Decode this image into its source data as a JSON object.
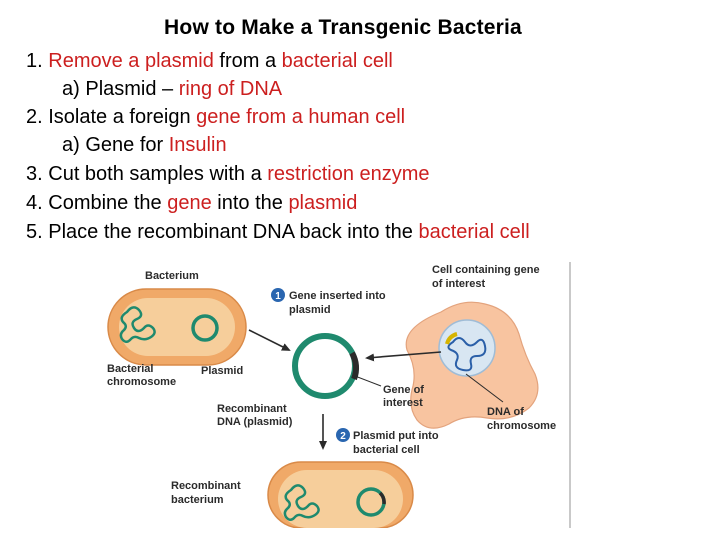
{
  "title": "How to Make a Transgenic Bacteria",
  "steps": [
    {
      "num": "1.",
      "parts": [
        {
          "t": "Remove a plasmid",
          "c": "red"
        },
        {
          "t": " from a ",
          "c": "black"
        },
        {
          "t": "bacterial cell",
          "c": "red"
        }
      ]
    },
    {
      "num": "a)",
      "parts": [
        {
          "t": "Plasmid – ",
          "c": "black"
        },
        {
          "t": "ring of DNA",
          "c": "red"
        }
      ]
    },
    {
      "num": "2.",
      "parts": [
        {
          "t": "Isolate a foreign ",
          "c": "black"
        },
        {
          "t": "gene from a human cell",
          "c": "red"
        }
      ]
    },
    {
      "num": "a)",
      "parts": [
        {
          "t": "Gene for ",
          "c": "black"
        },
        {
          "t": "Insulin",
          "c": "red"
        }
      ]
    },
    {
      "num": "3.",
      "parts": [
        {
          "t": "Cut both samples with a ",
          "c": "black"
        },
        {
          "t": "restriction enzyme",
          "c": "red"
        }
      ]
    },
    {
      "num": "4.",
      "parts": [
        {
          "t": "Combine the ",
          "c": "black"
        },
        {
          "t": "gene",
          "c": "red"
        },
        {
          "t": " into the ",
          "c": "black"
        },
        {
          "t": "plasmid",
          "c": "red"
        }
      ]
    },
    {
      "num": "5.",
      "parts": [
        {
          "t": "Place the recombinant DNA back into the ",
          "c": "black"
        },
        {
          "t": "bacterial cell",
          "c": "red"
        }
      ]
    }
  ],
  "diagram": {
    "bacterium": "Bacterium",
    "bacterial_chromosome_1": "Bacterial",
    "bacterial_chromosome_2": "chromosome",
    "plasmid": "Plasmid",
    "cell_gene_1": "Cell containing gene",
    "cell_gene_2": "of interest",
    "step1_num": "1",
    "step1_1": "Gene inserted into",
    "step1_2": "plasmid",
    "gene_of_interest_1": "Gene of",
    "gene_of_interest_2": "interest",
    "recombinant_dna_1": "Recombinant",
    "recombinant_dna_2": "DNA (plasmid)",
    "dna_chromosome_1": "DNA of",
    "dna_chromosome_2": "chromosome",
    "step2_num": "2",
    "step2_1": "Plasmid put into",
    "step2_2": "bacterial cell",
    "recombinant_bacterium_1": "Recombinant",
    "recombinant_bacterium_2": "bacterium"
  },
  "colors": {
    "highlight": "#cc1f1f",
    "cell": "#f0a968",
    "cell_inner": "#f6ce9b",
    "dna": "#1f8a6e",
    "human_cell": "#f8c4a0",
    "step_badge": "#2a66b0"
  }
}
